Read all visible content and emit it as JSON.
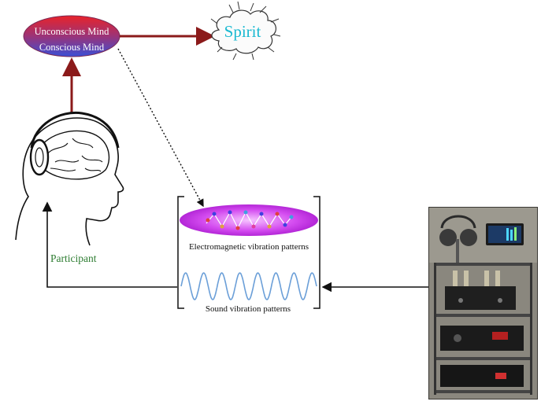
{
  "mind": {
    "upper_label": "Unconscious Mind",
    "lower_label": "Conscious Mind",
    "colors": {
      "top": "#e8232a",
      "bottom": "#3a4fd6"
    }
  },
  "spirit": {
    "label": "Spirit",
    "color": "#19b9d1"
  },
  "participant": {
    "label": "Participant",
    "color": "#2e7d32"
  },
  "electromagnetic": {
    "label": "Electromagnetic vibration patterns",
    "ellipse_color": "#c21ee0"
  },
  "sound": {
    "label": "Sound vibration patterns",
    "wave_color": "#6b9fd8"
  },
  "arrows": {
    "mind_arrow_color": "#8b1a1a",
    "flow_arrow_color": "#111111"
  },
  "equipment": {
    "icon": "audio-equipment-rack-photo"
  }
}
